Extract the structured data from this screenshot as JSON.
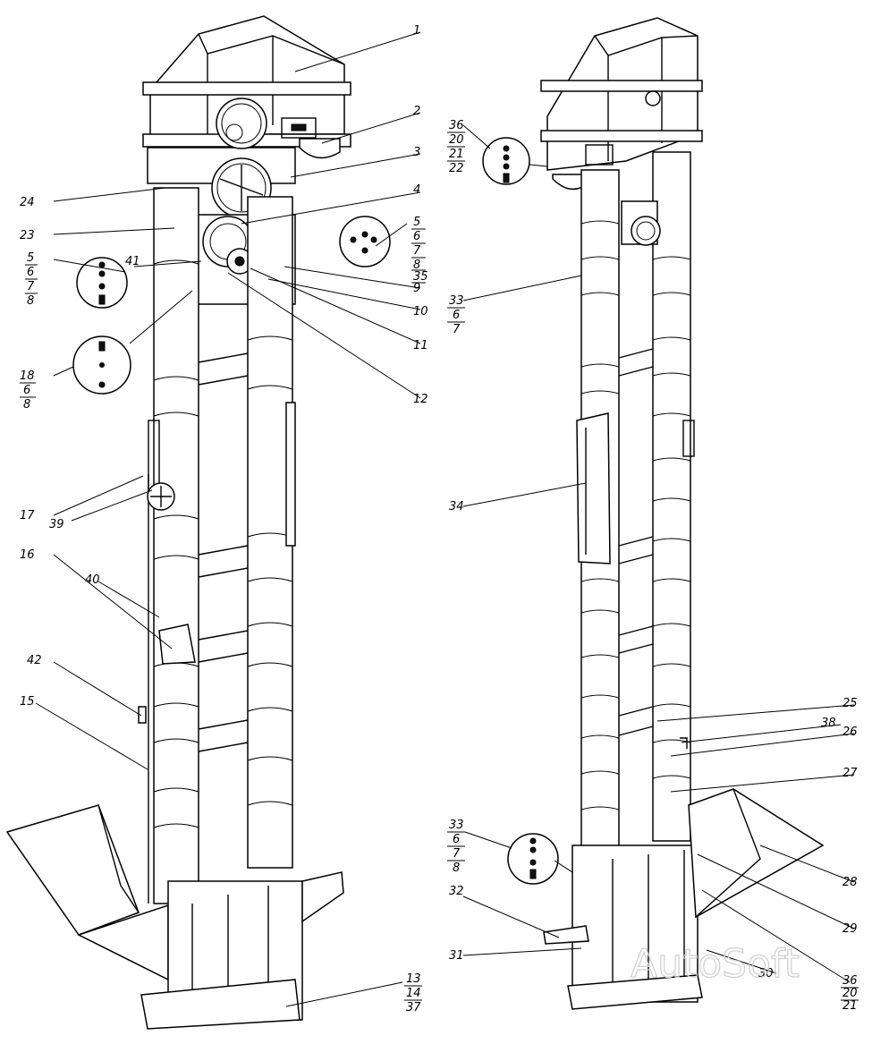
{
  "watermark": "AutoSoft",
  "left_view": {
    "labels": [
      {
        "id": "l1",
        "text": "1"
      },
      {
        "id": "l2",
        "text": "2"
      },
      {
        "id": "l3",
        "text": "3"
      },
      {
        "id": "l4",
        "text": "4"
      },
      {
        "id": "l5a",
        "text": "5"
      },
      {
        "id": "l6a",
        "text": "6"
      },
      {
        "id": "l7a",
        "text": "7"
      },
      {
        "id": "l8a",
        "text": "8"
      },
      {
        "id": "l35",
        "text": "35"
      },
      {
        "id": "l9",
        "text": "9"
      },
      {
        "id": "l10",
        "text": "10"
      },
      {
        "id": "l11",
        "text": "11"
      },
      {
        "id": "l12",
        "text": "12"
      },
      {
        "id": "l24",
        "text": "24"
      },
      {
        "id": "l23",
        "text": "23"
      },
      {
        "id": "l5b",
        "text": "5"
      },
      {
        "id": "l6b",
        "text": "6"
      },
      {
        "id": "l7b",
        "text": "7"
      },
      {
        "id": "l8b",
        "text": "8"
      },
      {
        "id": "l41",
        "text": "41"
      },
      {
        "id": "l18",
        "text": "18"
      },
      {
        "id": "l6c",
        "text": "6"
      },
      {
        "id": "l8c",
        "text": "8"
      },
      {
        "id": "l17",
        "text": "17"
      },
      {
        "id": "l39",
        "text": "39"
      },
      {
        "id": "l16",
        "text": "16"
      },
      {
        "id": "l40",
        "text": "40"
      },
      {
        "id": "l42",
        "text": "42"
      },
      {
        "id": "l15",
        "text": "15"
      },
      {
        "id": "l13",
        "text": "13"
      },
      {
        "id": "l14",
        "text": "14"
      },
      {
        "id": "l37",
        "text": "37"
      }
    ]
  },
  "right_view": {
    "labels": [
      {
        "id": "r36a",
        "text": "36"
      },
      {
        "id": "r20a",
        "text": "20"
      },
      {
        "id": "r21a",
        "text": "21"
      },
      {
        "id": "r22",
        "text": "22"
      },
      {
        "id": "r33a",
        "text": "33"
      },
      {
        "id": "r6a",
        "text": "6"
      },
      {
        "id": "r7a",
        "text": "7"
      },
      {
        "id": "r34",
        "text": "34"
      },
      {
        "id": "r25",
        "text": "25"
      },
      {
        "id": "r38",
        "text": "38"
      },
      {
        "id": "r26",
        "text": "26"
      },
      {
        "id": "r27",
        "text": "27"
      },
      {
        "id": "r33b",
        "text": "33"
      },
      {
        "id": "r6b",
        "text": "6"
      },
      {
        "id": "r7b",
        "text": "7"
      },
      {
        "id": "r8b",
        "text": "8"
      },
      {
        "id": "r28",
        "text": "28"
      },
      {
        "id": "r32",
        "text": "32"
      },
      {
        "id": "r29",
        "text": "29"
      },
      {
        "id": "r31",
        "text": "31"
      },
      {
        "id": "r30",
        "text": "30"
      },
      {
        "id": "r36b",
        "text": "36"
      },
      {
        "id": "r20b",
        "text": "20"
      },
      {
        "id": "r21b",
        "text": "21"
      }
    ]
  }
}
